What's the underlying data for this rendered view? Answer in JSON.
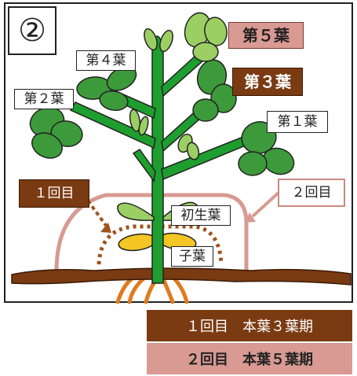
{
  "panel_number": "②",
  "leaves": {
    "first": "第１葉",
    "second": "第２葉",
    "third": "第３葉",
    "fourth": "第４葉",
    "fifth": "第５葉",
    "primary": "初生葉",
    "cotyledon": "子葉"
  },
  "hilling": {
    "first": "１回目",
    "second": "２回目"
  },
  "timing": {
    "first": "１回目　本葉３葉期",
    "second": "２回目　本葉５葉期"
  },
  "colors": {
    "stem": "#1e9e2e",
    "leaf_dark": "#3c9a3a",
    "leaf_light": "#9ccf63",
    "cotyledon": "#f3c623",
    "soil": "#7a3a12",
    "hill_first": "#a0531c",
    "hill_second": "#d89a92",
    "roots": "#e07a1f"
  }
}
